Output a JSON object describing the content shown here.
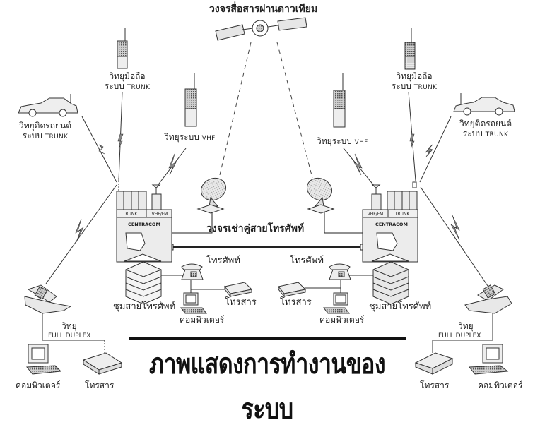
{
  "diagram": {
    "title": "ภาพแสดงการทำงานของระบบ",
    "satellite_label": "วงจรสื่อสารผ่านดาวเทียม",
    "leased_line_label": "วงจรเช่าคู่สายโทรศัพท์",
    "left": {
      "handheld_trunk": {
        "line1": "วิทยุมือถือ",
        "line2_th": "ระบบ",
        "line2_en": "TRUNK"
      },
      "car_trunk": {
        "line1": "วิทยุติดรถยนต์",
        "line2_th": "ระบบ",
        "line2_en": "TRUNK"
      },
      "handheld_vhf": {
        "th": "วิทยุระบบ",
        "en": "VHF"
      },
      "centracom": {
        "name": "CENTRACOM",
        "module_trunk": "TRUNK",
        "module_vhf": "VHF/FM"
      },
      "exchange_label": "ชุมสายโทรศัพท์",
      "telephone_label": "โทรศัพท์",
      "fax_label": "โทรสาร",
      "computer_label": "คอมพิวเตอร์",
      "fd_radio": {
        "th": "วิทยุ",
        "en": "FULL DUPLEX"
      },
      "fd_computer_label": "คอมพิวเตอร์",
      "fd_fax_label": "โทรสาร"
    },
    "right": {
      "handheld_trunk": {
        "line1": "วิทยุมือถือ",
        "line2_th": "ระบบ",
        "line2_en": "TRUNK"
      },
      "car_trunk": {
        "line1": "วิทยุติดรถยนต์",
        "line2_th": "ระบบ",
        "line2_en": "TRUNK"
      },
      "handheld_vhf": {
        "th": "วิทยุระบบ",
        "en": "VHF"
      },
      "centracom": {
        "name": "CENTRACOM",
        "module_trunk": "TRUNK",
        "module_vhf": "VHF/FM"
      },
      "exchange_label": "ชุมสายโทรศัพท์",
      "telephone_label": "โทรศัพท์",
      "fax_label": "โทรสาร",
      "computer_label": "คอมพิวเตอร์",
      "fd_radio": {
        "th": "วิทยุ",
        "en": "FULL DUPLEX"
      },
      "fd_computer_label": "คอมพิวเตอร์",
      "fd_fax_label": "โทรสาร"
    }
  }
}
